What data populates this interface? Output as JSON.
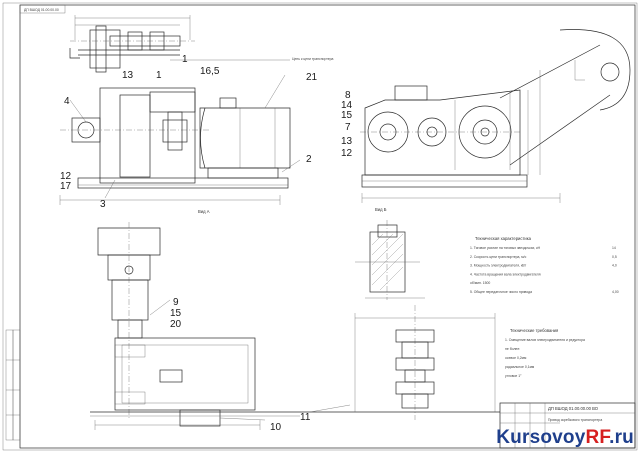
{
  "stamp": "ДП ВШОД 01.00.00.00",
  "callouts_front": [
    "13",
    "1",
    "1",
    "16,5",
    "21",
    "4",
    "2",
    "12",
    "17",
    "3"
  ],
  "chain_note": "Цепь к цепи транспортера",
  "callouts_side": [
    "8",
    "14",
    "15",
    "7",
    "13",
    "12"
  ],
  "callouts_plan": [
    "9",
    "15",
    "20",
    "10",
    "11"
  ],
  "view_labels": {
    "front": "Вид А",
    "side": "Вид Б"
  },
  "tech_chars": {
    "title": "Техническая характеристика",
    "lines": [
      {
        "text": "1. Тяговое усилие на тяговых звездочках, кН",
        "value": "14"
      },
      {
        "text": "2. Скорость цепи транспортера, м/с",
        "value": "0,5"
      },
      {
        "text": "3. Мощность электродвигателя, кВт",
        "value": "4,0"
      },
      {
        "text": "4. Частота вращения вала электродвигателя",
        "value": ""
      },
      {
        "text": "   об/мин. 1500",
        "value": ""
      },
      {
        "text": "5. Общее передаточное число привода",
        "value": "4,00"
      }
    ]
  },
  "tech_reqs": {
    "title": "Технические требования",
    "lines": [
      "1. Смещение валов электродвигателя и редуктора",
      "   не более:",
      "осевое        0,2мм",
      "радиальное    0,1мм",
      "угловое       1°"
    ]
  },
  "title_block": {
    "code": "ДП ВШОД 01.00.00.00 ВО",
    "name": "Привод скребкового транспортера"
  },
  "watermark": {
    "part1": "Kursovoy",
    "part2": "RF",
    "part3": ".ru"
  }
}
